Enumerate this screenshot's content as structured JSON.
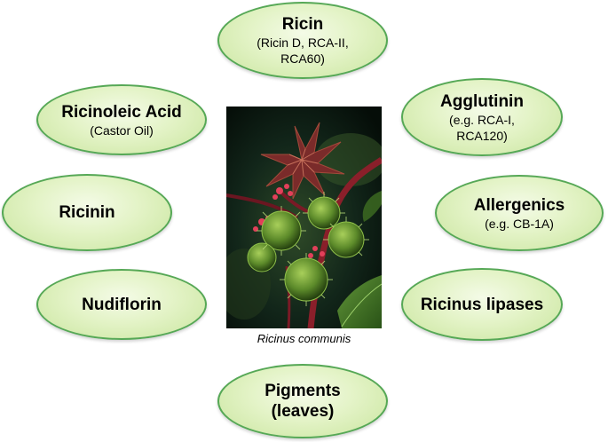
{
  "nodes": {
    "ricin": {
      "title": "Ricin",
      "sub": "(Ricin D, RCA-II,\nRCA60)"
    },
    "ricinoleic_acid": {
      "title": "Ricinoleic Acid",
      "sub": "(Castor Oil)"
    },
    "agglutinin": {
      "title": "Agglutinin",
      "sub": "(e.g. RCA-I,\nRCA120)"
    },
    "ricinin": {
      "title": "Ricinin"
    },
    "allergenics": {
      "title": "Allergenics",
      "sub": "(e.g. CB-1A)"
    },
    "nudiflorin": {
      "title": "Nudiflorin"
    },
    "ricinus_lipases": {
      "title": "Ricinus lipases"
    },
    "pigments": {
      "title": "Pigments\n(leaves)"
    }
  },
  "photo": {
    "caption": "Ricinus communis"
  },
  "colors": {
    "ellipse_border": "#56a856",
    "ellipse_fill": "#e3f3c6"
  }
}
